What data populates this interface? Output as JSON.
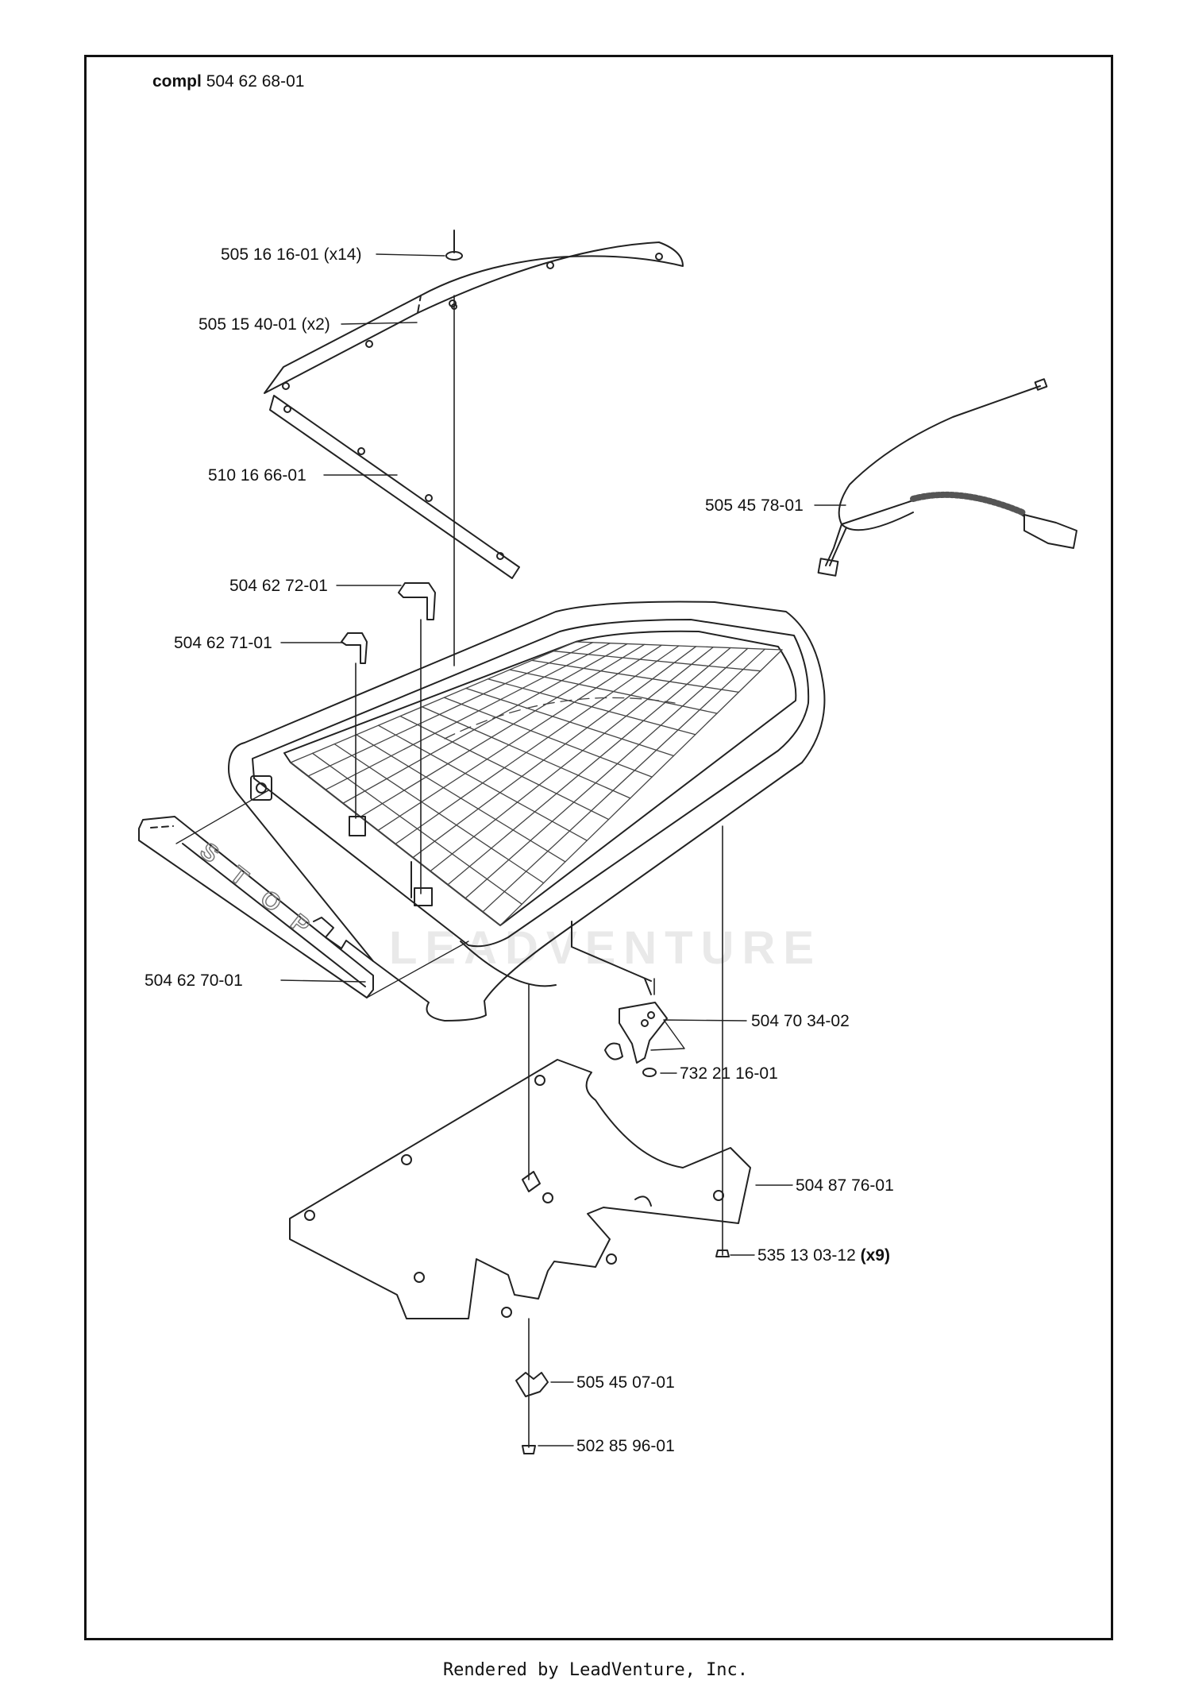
{
  "title": {
    "prefix": "compl",
    "number": "504 62 68-01"
  },
  "watermark": "LEADVENTURE",
  "footer": "Rendered by LeadVenture, Inc.",
  "stamp_text": "STOP",
  "parts": [
    {
      "id": "p1",
      "number": "505 16 16-01",
      "qty": "(x14)",
      "qty_bold": false
    },
    {
      "id": "p2",
      "number": "505 15 40-01",
      "qty": "(x2)",
      "qty_bold": false
    },
    {
      "id": "p3",
      "number": "510 16 66-01",
      "qty": "",
      "qty_bold": false
    },
    {
      "id": "p4",
      "number": "505 45 78-01",
      "qty": "",
      "qty_bold": false
    },
    {
      "id": "p5",
      "number": "504 62 72-01",
      "qty": "",
      "qty_bold": false
    },
    {
      "id": "p6",
      "number": "504 62 71-01",
      "qty": "",
      "qty_bold": false
    },
    {
      "id": "p7",
      "number": "504 62 70-01",
      "qty": "",
      "qty_bold": false
    },
    {
      "id": "p8",
      "number": "504 70 34-02",
      "qty": "",
      "qty_bold": false
    },
    {
      "id": "p9",
      "number": "732 21 16-01",
      "qty": "",
      "qty_bold": false
    },
    {
      "id": "p10",
      "number": "504 87 76-01",
      "qty": "",
      "qty_bold": false
    },
    {
      "id": "p11",
      "number": "535 13 03-12",
      "qty": "(x9)",
      "qty_bold": true
    },
    {
      "id": "p12",
      "number": "505 45 07-01",
      "qty": "",
      "qty_bold": false
    },
    {
      "id": "p13",
      "number": "502 85 96-01",
      "qty": "",
      "qty_bold": false
    }
  ]
}
